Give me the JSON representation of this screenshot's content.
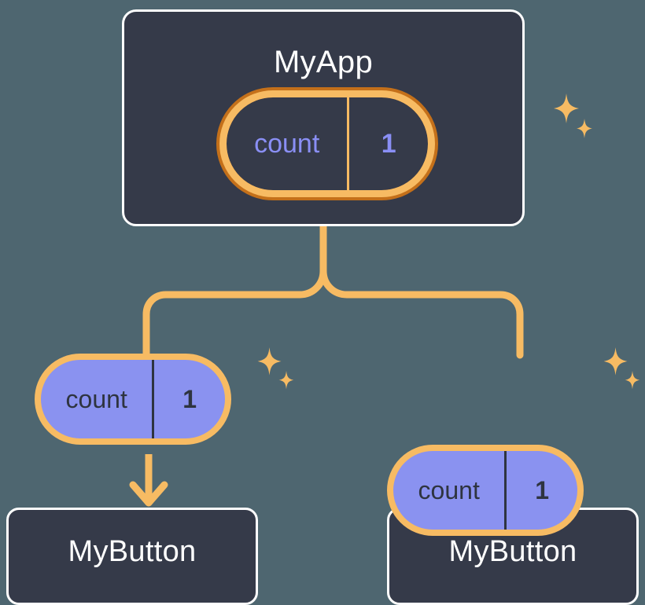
{
  "diagram": {
    "title": "MyApp",
    "background_color": "#4E6670",
    "card_fill": "#353A49",
    "card_border": "#FFFFFF",
    "wire_color": "#F7BB63",
    "pill_border_light": "#F7BB63",
    "pill_border_dark": "#C4701A",
    "pill_fill_purple": "#8A92F0",
    "text_purple": "#8A8FF5",
    "text_dark": "#2E3440",
    "text_white": "#FFFFFF"
  },
  "root": {
    "label": "MyApp",
    "state": {
      "key": "count",
      "value": "1"
    },
    "sparkle_name": "sparkle-icon"
  },
  "children": [
    {
      "label": "MyButton",
      "state": {
        "key": "count",
        "value": "1"
      },
      "sparkle_name": "sparkle-icon"
    },
    {
      "label": "MyButton",
      "state": {
        "key": "count",
        "value": "1"
      },
      "sparkle_name": "sparkle-icon"
    }
  ],
  "connectors": {
    "root_to_children": "branching-tree-connector",
    "pill_to_button_left": "arrow-down",
    "pill_to_button_right": "arrow-down"
  }
}
